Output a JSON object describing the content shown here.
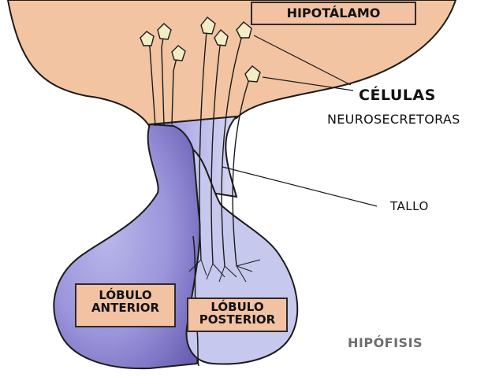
{
  "labels": {
    "hipotalamo": "HIPOTÁLAMO",
    "celulas": "CÉLULAS",
    "neurosecretoras": "NEUROSECRETORAS",
    "tallo": "TALLO",
    "lobulo_anterior": [
      "LÓBULO",
      "ANTERIOR"
    ],
    "lobulo_posterior": [
      "LÓBULO",
      "POSTERIOR"
    ],
    "hipofisis": "HIPÓFISIS"
  },
  "colors": {
    "hypothalamus": "#f2c4a2",
    "pituitary_light": "#a8a6e0",
    "pituitary_dark": "#6f63b8",
    "neuron": "#f4ecc4",
    "outline": "#1b1b1b"
  }
}
